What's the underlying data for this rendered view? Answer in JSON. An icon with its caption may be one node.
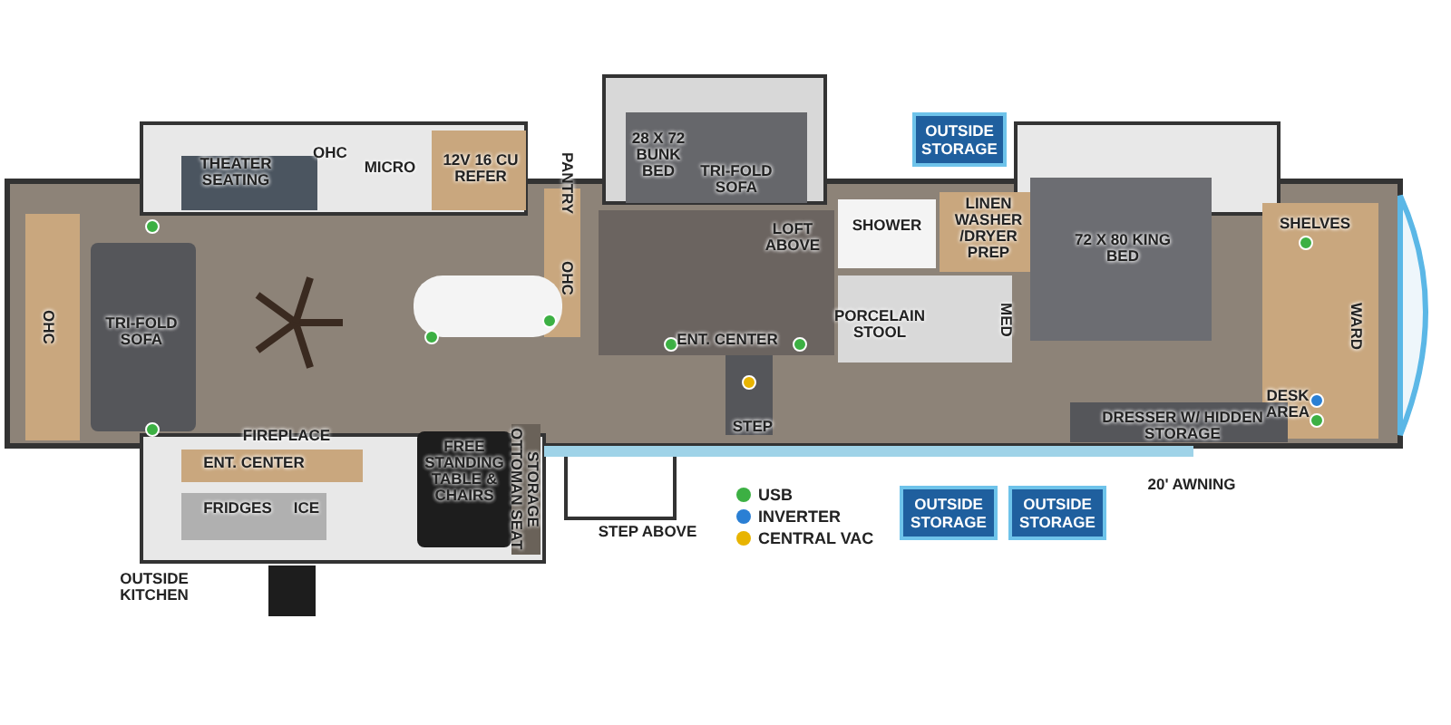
{
  "diagram": {
    "nodes": [
      {
        "text": [
          "OUTSIDE STORAGE"
        ]
      },
      {
        "text": [
          "OUTSIDE STORAGE"
        ]
      },
      {
        "text": [
          "OUTSIDE STORAGE"
        ]
      }
    ],
    "labels": [
      "THEATER SEATING",
      "OHC",
      "MICRO",
      "12V 16 CU REFER",
      "28 X 72 BUNK BED",
      "TRI-FOLD SOFA",
      "SHOWER",
      "LINEN WASHER /DRYER PREP",
      "72 X 80 KING BED",
      "SHELVES",
      "PANTRY",
      "OHC",
      "LOFT ABOVE",
      "OHC",
      "TRI-FOLD SOFA",
      "PORCELAIN STOOL",
      "MED",
      "WARD",
      "ENT. CENTER",
      "STEP",
      "FIREPLACE",
      "ENT. CENTER",
      "FREE STANDING TABLE & CHAIRS",
      "STORAGE OTTOMAN SEAT",
      "DRESSER W/ HIDDEN STORAGE",
      "DESK AREA",
      "FRIDGES",
      "ICE",
      "20' AWNING",
      "STEP ABOVE",
      "OUTSIDE KITCHEN"
    ],
    "legend": [
      {
        "text": "USB",
        "color": "#3cb043"
      },
      {
        "text": "INVERTER",
        "color": "#2a7fd4"
      },
      {
        "text": "CENTRAL VAC",
        "color": "#e8b400"
      }
    ]
  }
}
